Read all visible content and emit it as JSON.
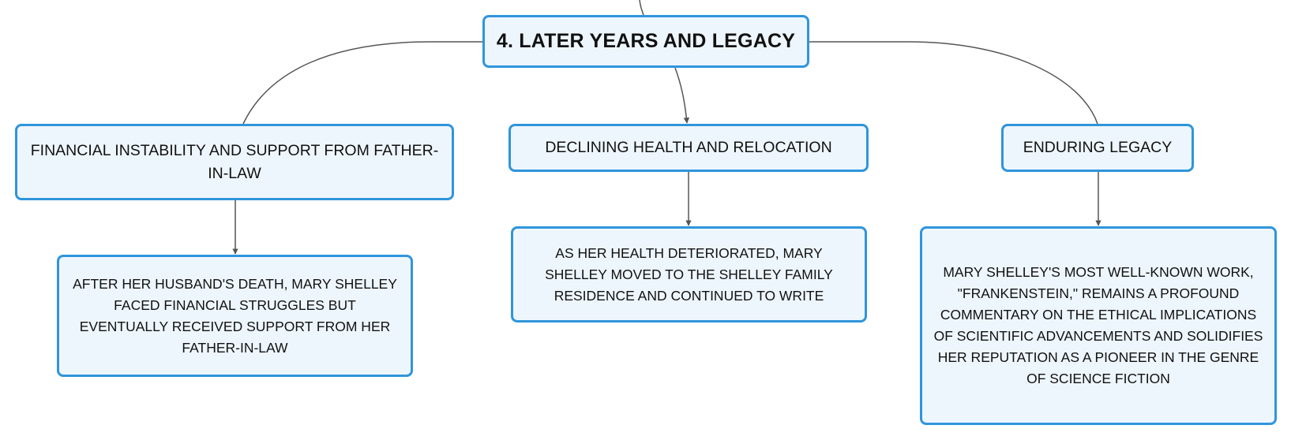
{
  "colors": {
    "node_border": "#2f95dc",
    "node_fill": "#eef6fd",
    "connector": "#555555",
    "text": "#111111"
  },
  "root": {
    "label": "4. LATER YEARS AND LEGACY"
  },
  "branches": [
    {
      "topic": "FINANCIAL INSTABILITY AND SUPPORT FROM FATHER-IN-LAW",
      "detail": "AFTER HER HUSBAND'S DEATH, MARY SHELLEY FACED FINANCIAL STRUGGLES BUT EVENTUALLY RECEIVED SUPPORT FROM HER FATHER-IN-LAW"
    },
    {
      "topic": "DECLINING HEALTH AND RELOCATION",
      "detail": "AS HER HEALTH DETERIORATED, MARY SHELLEY MOVED TO THE SHELLEY FAMILY RESIDENCE AND CONTINUED TO WRITE"
    },
    {
      "topic": "ENDURING LEGACY",
      "detail": "MARY SHELLEY'S MOST WELL-KNOWN WORK, \"FRANKENSTEIN,\" REMAINS A PROFOUND COMMENTARY ON THE ETHICAL IMPLICATIONS OF SCIENTIFIC ADVANCEMENTS AND SOLIDIFIES HER REPUTATION AS A PIONEER IN THE GENRE OF SCIENCE FICTION"
    }
  ]
}
